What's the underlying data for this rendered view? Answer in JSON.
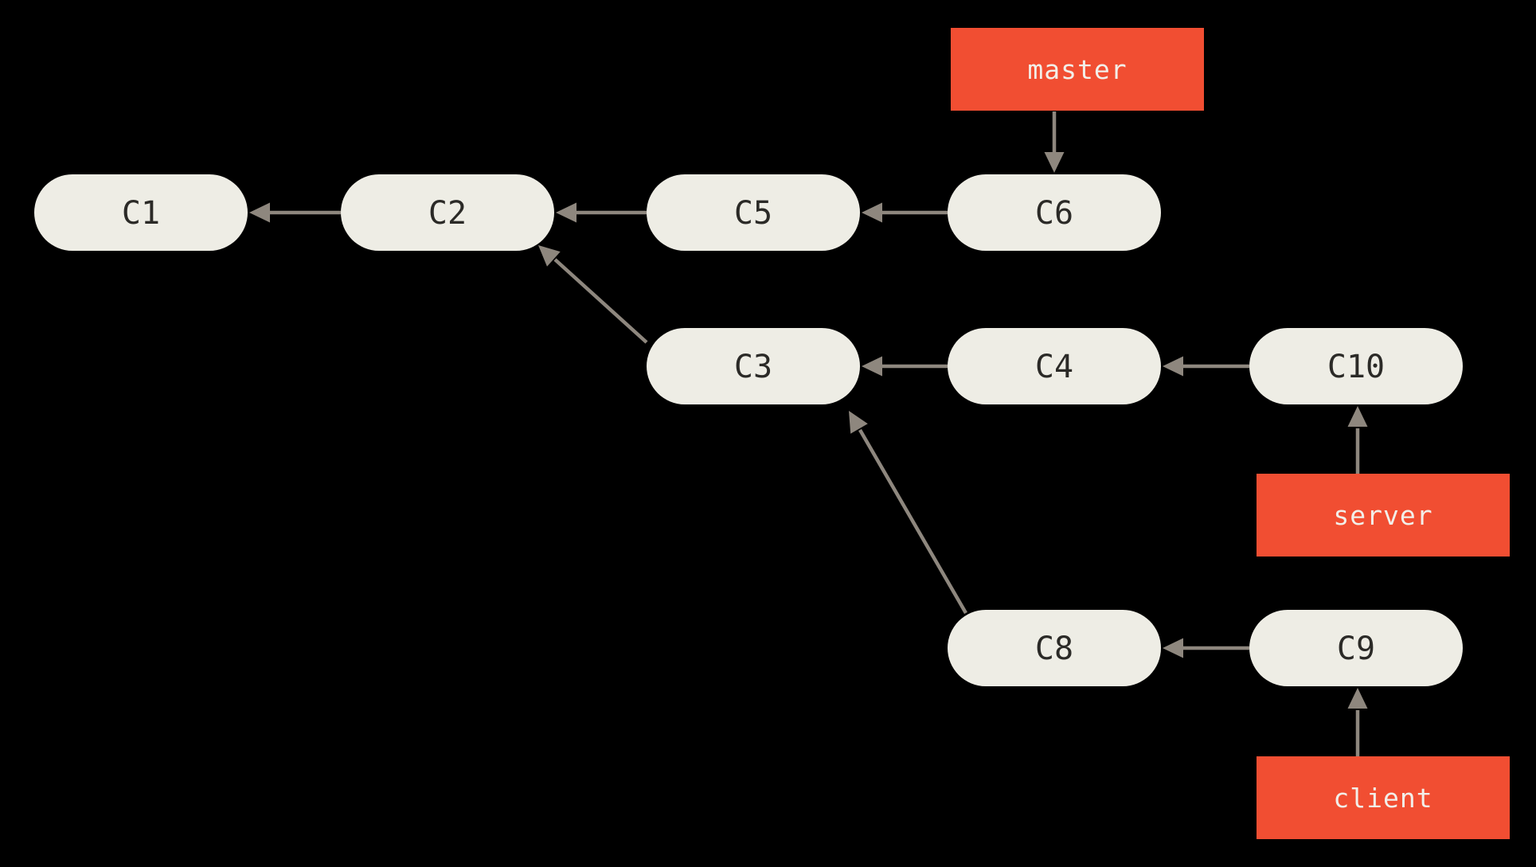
{
  "graph": {
    "title": "git-commit-history-diagram",
    "colors": {
      "background": "#000000",
      "commit_fill": "#EEEDE5",
      "commit_text": "#2B2A27",
      "branch_fill": "#F14E32",
      "branch_text": "#F2EFE9",
      "arrow": "#8E877E"
    },
    "commits": [
      {
        "label": "C1"
      },
      {
        "label": "C2"
      },
      {
        "label": "C5"
      },
      {
        "label": "C6"
      },
      {
        "label": "C3"
      },
      {
        "label": "C4"
      },
      {
        "label": "C10"
      },
      {
        "label": "C8"
      },
      {
        "label": "C9"
      }
    ],
    "branches": [
      {
        "label": "master"
      },
      {
        "label": "server"
      },
      {
        "label": "client"
      }
    ],
    "edges": [
      {
        "from": "C2",
        "to": "C1"
      },
      {
        "from": "C5",
        "to": "C2"
      },
      {
        "from": "C6",
        "to": "C5"
      },
      {
        "from": "C3",
        "to": "C2"
      },
      {
        "from": "C4",
        "to": "C3"
      },
      {
        "from": "C10",
        "to": "C4"
      },
      {
        "from": "C8",
        "to": "C3"
      },
      {
        "from": "C9",
        "to": "C8"
      },
      {
        "from": "master",
        "to": "C6"
      },
      {
        "from": "server",
        "to": "C10"
      },
      {
        "from": "client",
        "to": "C9"
      }
    ]
  }
}
